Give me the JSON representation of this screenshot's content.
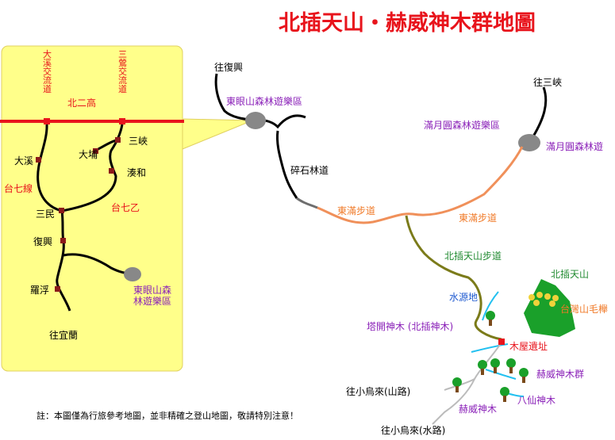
{
  "title": "北插天山・赫威神木群地圖",
  "note": "註：本圖僅為行旅參考地圖，並非精確之登山地圖，敬請特別注意！",
  "inset": {
    "freeway": "北二高",
    "daxi_interchange": "大溪交流道",
    "sanying_interchange": "三鶯交流道",
    "daxi": "大溪",
    "dapu": "大埔",
    "sanxia": "三峽",
    "cuhe": "湊和",
    "route7": "台七線",
    "route7b": "台七乙",
    "sanmin": "三民",
    "fuxing": "復興",
    "luofu": "羅浮",
    "yilan": "往宜蘭",
    "dongyan_line1": "東眼山森",
    "dongyan_line2": "林遊樂區"
  },
  "main": {
    "to_fuxing": "往復興",
    "dongyan": "東眼山森林遊樂區",
    "to_sanxia": "往三峽",
    "manyue_label": "滿月圓森林遊樂區",
    "manyue_short": "滿月圓森林遊",
    "gravel_road": "碎石林道",
    "dongman_trail_1": "東滿步道",
    "dongman_trail_2": "東滿步道",
    "beicha_trail": "北插天山步道",
    "beicha_peak": "北插天山",
    "water_source": "水源地",
    "beech": "台灣山毛櫸",
    "takai_tree": "塔開神木 (北插神木)",
    "cabin_site": "木屋遺址",
    "hewei_group": "赫威神木群",
    "baxian": "八仙神木",
    "hewei_tree": "赫威神木",
    "to_wulai_mountain": "往小烏來(山路)",
    "to_wulai_water": "往小烏來(水路)"
  },
  "colors": {
    "title": "#e8141c",
    "inset_bg": "#ffff8a",
    "freeway": "#e8141c",
    "road": "#000000",
    "gravel": "#6e6e6e",
    "dongman": "#f0905a",
    "beicha_trail": "#7b7b1a",
    "water": "#22c0f0",
    "label_red": "#e8141c",
    "label_purple": "#8a20b8",
    "label_green": "#208a30",
    "label_orange": "#f07a28",
    "label_blue": "#1f5ad0",
    "lake": "#888888",
    "tree_green": "#1aa02a"
  },
  "icons": [
    "tree-icon",
    "lake-icon",
    "mountain-icon",
    "marker-square-icon"
  ]
}
